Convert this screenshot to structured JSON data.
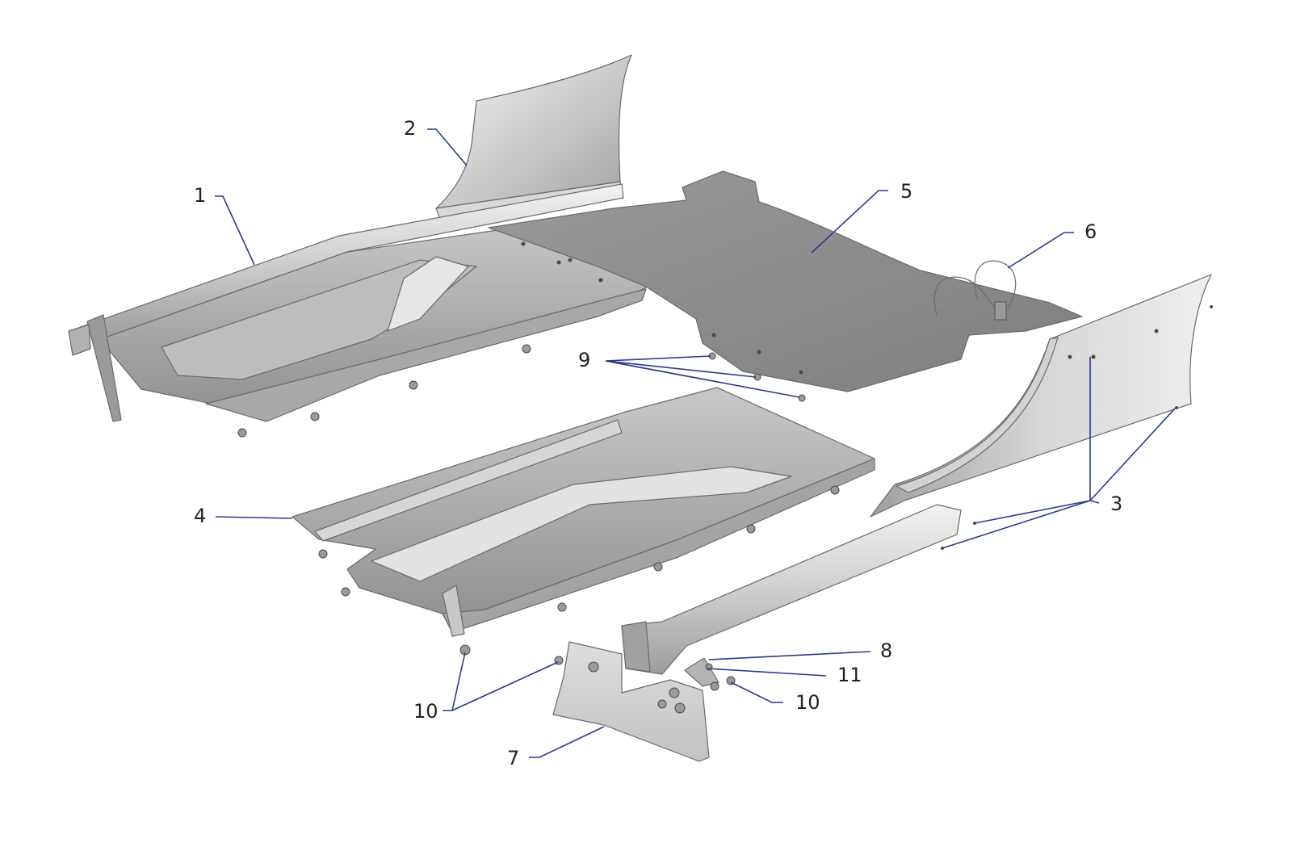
{
  "diagram": {
    "callouts": [
      {
        "id": "c1",
        "label": "1"
      },
      {
        "id": "c2",
        "label": "2"
      },
      {
        "id": "c3",
        "label": "3"
      },
      {
        "id": "c4",
        "label": "4"
      },
      {
        "id": "c5",
        "label": "5"
      },
      {
        "id": "c6",
        "label": "6"
      },
      {
        "id": "c7",
        "label": "7"
      },
      {
        "id": "c8",
        "label": "8"
      },
      {
        "id": "c9",
        "label": "9"
      },
      {
        "id": "c10a",
        "label": "10"
      },
      {
        "id": "c10b",
        "label": "10"
      },
      {
        "id": "c11",
        "label": "11"
      }
    ],
    "colors": {
      "leader": "#2a3a8c",
      "part_light": "#e4e4e4",
      "part_mid": "#b9b9b9",
      "part_dark": "#8f8f8f",
      "mat": "#8c8c8c"
    }
  }
}
